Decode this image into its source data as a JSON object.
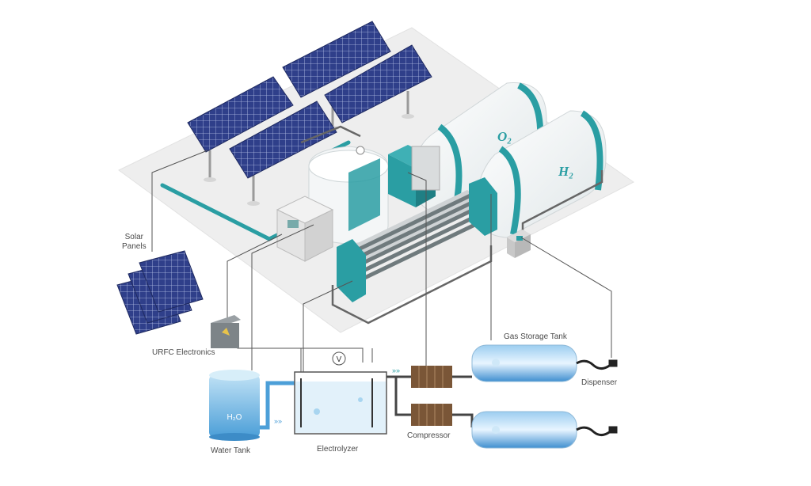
{
  "labels": {
    "solar_panels": "Solar\nPanels",
    "urfc_electronics": "URFC Electronics",
    "water_tank": "Water Tank",
    "electrolyzer": "Electrolyzer",
    "compressor": "Compressor",
    "gas_storage_tank": "Gas Storage Tank",
    "dispenser": "Dispenser"
  },
  "tank_labels": {
    "o2": "O₂",
    "h2": "H₂",
    "h2o": "H₂O",
    "voltmeter": "V"
  },
  "colors": {
    "teal": "#2a9ea3",
    "panel_blue": "#2f3f8a",
    "water_blue": "#5aa9de",
    "compressor_brown": "#6b4a30",
    "line_gray": "#555555",
    "platform": "#eeeeee"
  }
}
